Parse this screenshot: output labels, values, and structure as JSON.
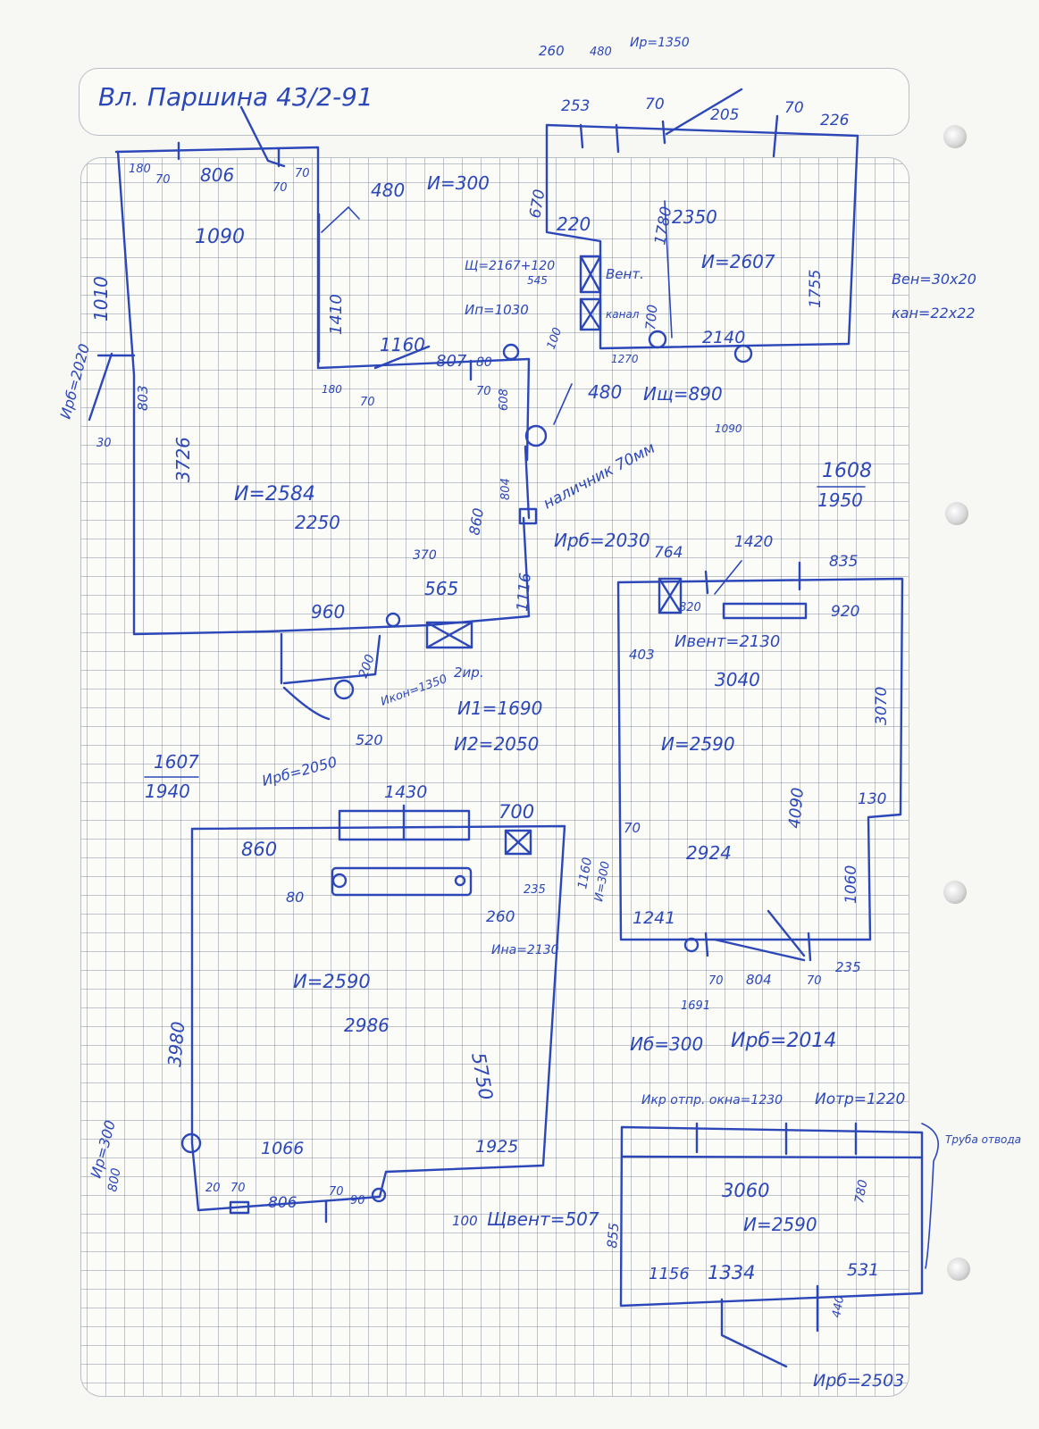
{
  "header": {
    "title": "Вл. Паршина 43/2-91"
  },
  "colors": {
    "ink": "#2c47b8",
    "grid": "#8a93a6",
    "paper": "#fbfbf8"
  },
  "labels": {
    "t_260": "260",
    "t_480": "480",
    "t_hr_1350": "Ир=1350",
    "t_253": "253",
    "t_70a": "70",
    "t_205": "205",
    "t_70b": "70",
    "t_226": "226",
    "t_180": "180",
    "t_70c": "70",
    "t_806": "806",
    "t_70d": "70",
    "t_70e": "70",
    "t_480b": "480",
    "t_h300": "И=300",
    "t_1090": "1090",
    "t_1010": "1010",
    "t_1410": "1410",
    "t_670": "670",
    "t_220": "220",
    "t_178": "1780",
    "t_2350": "2350",
    "t_h2607": "И=2607",
    "t_1755": "1755",
    "t_sh2167": "Щ=2167+120",
    "t_545": "545",
    "t_vent": "Вент.",
    "t_hn1030": "Ип=1030",
    "t_kanal": "канал",
    "t_700": "700",
    "t_100": "100",
    "t_1270": "1270",
    "t_2140": "2140",
    "t_ihd890": "Ищ=890",
    "t_1090b": "1090",
    "t_vent_size": "Вен=30х20",
    "t_kan_size": "кан=22х22",
    "t_1160": "1160",
    "t_807": "807",
    "t_80": "80",
    "t_70f": "70",
    "t_70g": "70",
    "t_608": "608",
    "t_480c": "480",
    "t_nalichnik": "наличник 70мм",
    "t_hpb2020": "Ирб=2020",
    "t_803": "803",
    "t_30": "30",
    "t_3726": "3726",
    "t_h2584": "И=2584",
    "t_2250": "2250",
    "t_804": "804",
    "t_860v": "860",
    "t_hpb2030": "Ирб=2030",
    "t_370": "370",
    "t_565": "565",
    "t_1116": "1116",
    "t_960": "960",
    "t_200": "200",
    "t_hnom1350": "Икон=1350",
    "t_2ub": "2ир.",
    "t_h1_1690": "И1=1690",
    "t_h2_2050": "И2=2050",
    "t_520": "520",
    "t_hpb2050": "Ирб=2050",
    "t_1607": "1607",
    "t_1940": "1940",
    "t_1608": "1608",
    "t_1950": "1950",
    "t_764": "764",
    "t_1420": "1420",
    "t_835": "835",
    "t_820": "820",
    "t_920": "920",
    "t_403": "403",
    "t_hvent2130": "Ивент=2130",
    "t_3040": "3040",
    "t_h2590": "И=2590",
    "t_3070": "3070",
    "t_4090": "4090",
    "t_130": "130",
    "t_70h": "70",
    "t_2924": "2924",
    "t_1060": "1060",
    "t_1241": "1241",
    "t_1691": "1691",
    "t_70i": "70",
    "t_804b": "804",
    "t_70j": "70",
    "t_235": "235",
    "t_hb300": "Иб=300",
    "t_hpb2014": "Ирб=2014",
    "t_1430": "1430",
    "t_700b": "700",
    "t_860": "860",
    "t_80b": "80",
    "t_235b": "235",
    "t_260b": "260",
    "t_1160b": "1160",
    "t_h300b": "И=300",
    "t_hna2130": "Ина=2130",
    "t_h2590b": "И=2590",
    "t_2986": "2986",
    "t_5750": "5750",
    "t_3980": "3980",
    "t_hr300": "Ир=300",
    "t_800": "800",
    "t_1066": "1066",
    "t_1925": "1925",
    "t_20": "20",
    "t_70k": "70",
    "t_806b": "806",
    "t_70l": "70",
    "t_90": "90",
    "t_100b": "100",
    "t_hvent507": "Щвент=507",
    "t_hotstr1230": "Икр отпр. окна=1230",
    "t_hotr1220": "Иотр=1220",
    "t_truba": "Труба отвода",
    "t_3060": "3060",
    "t_h2590c": "И=2590",
    "t_780": "780",
    "t_855": "855",
    "t_1156": "1156",
    "t_1334": "1334",
    "t_531": "531",
    "t_440": "440",
    "t_hpb2503": "Ирб=2503"
  }
}
